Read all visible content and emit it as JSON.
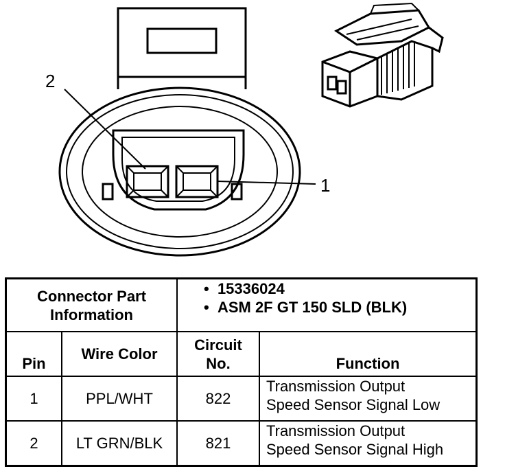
{
  "callouts": {
    "pin2": "2",
    "pin1": "1"
  },
  "connector_info": {
    "label_line1": "Connector Part",
    "label_line2": "Information",
    "bullets": [
      "15336024",
      "ASM 2F GT 150 SLD (BLK)"
    ],
    "bullet_symbol": "•"
  },
  "table": {
    "headers": {
      "pin": "Pin",
      "wire_color": "Wire Color",
      "circuit_line1": "Circuit",
      "circuit_line2": "No.",
      "function": "Function"
    },
    "rows": [
      {
        "pin": "1",
        "wire_color": "PPL/WHT",
        "circuit": "822",
        "function_line1": "Transmission Output",
        "function_line2": "Speed Sensor Signal Low"
      },
      {
        "pin": "2",
        "wire_color": "LT GRN/BLK",
        "circuit": "821",
        "function_line1": "Transmission Output",
        "function_line2": "Speed Sensor Signal High"
      }
    ]
  }
}
